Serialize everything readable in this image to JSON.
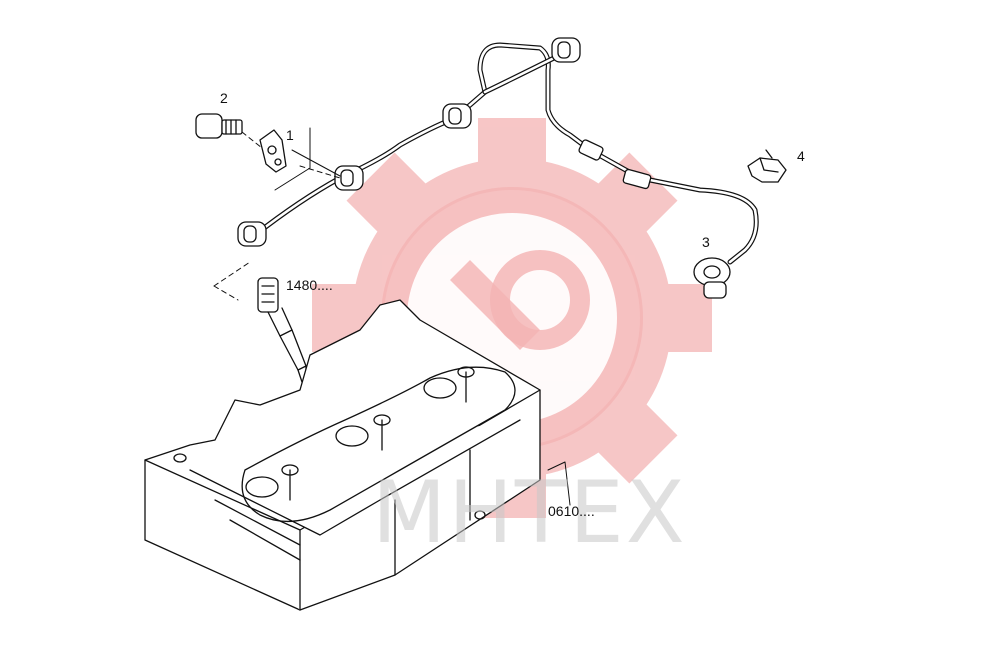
{
  "diagram": {
    "callouts": {
      "part_1": "1",
      "part_2": "2",
      "part_3": "3",
      "part_4": "4",
      "ref_injector": "1480....",
      "ref_head": "0610...."
    },
    "watermark": {
      "text": "MHTEX",
      "logo_color": "#f4b3b3",
      "text_color": "#c8c8c8"
    },
    "line_color": "#111111"
  }
}
